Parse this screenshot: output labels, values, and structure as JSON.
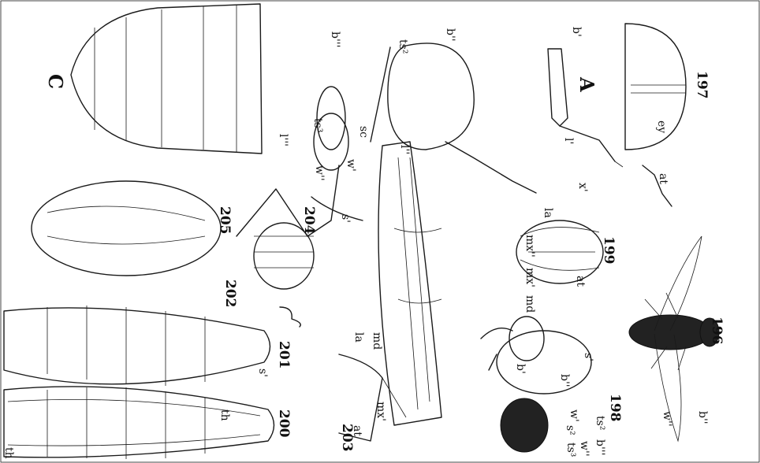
{
  "figures": {
    "f196": "196",
    "f197": "197",
    "f198": "198",
    "f199": "199",
    "f200": "200",
    "f201": "201",
    "f202": "202",
    "f203": "203",
    "f204": "204",
    "f205": "205"
  },
  "letters": {
    "A": "A",
    "C": "C"
  },
  "labels": {
    "ey": "ey",
    "at": "at",
    "b1": "b'",
    "b2": "b''",
    "b3": "b'''",
    "l1": "l'",
    "l2": "l''",
    "l3": "l'''",
    "w1": "w'",
    "w2": "w''",
    "x1": "x'",
    "la": "la",
    "mx1": "mx'",
    "mx2": "mx''",
    "md": "md",
    "ts2": "ts²",
    "ts3": "ts³",
    "sc": "sc",
    "s1": "s'",
    "s2": "s²",
    "th": "th"
  }
}
